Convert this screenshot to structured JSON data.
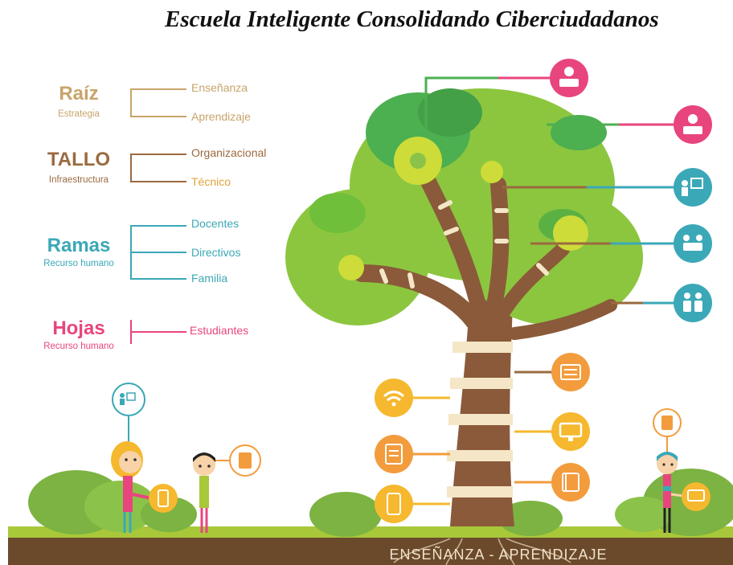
{
  "title": "Escuela Inteligente Consolidando Ciberciudadanos",
  "legend": [
    {
      "title": "Raíz",
      "subtitle": "Estrategia",
      "items": [
        "Enseñanza",
        "Aprendizaje"
      ]
    },
    {
      "title": "TALLO",
      "subtitle": "Infraestructura",
      "items": [
        "Organizacional",
        "Técnico"
      ]
    },
    {
      "title": "Ramas",
      "subtitle": "Recurso humano",
      "items": [
        "Docentes",
        "Directivos",
        "Familia"
      ]
    },
    {
      "title": "Hojas",
      "subtitle": "Recurso humano",
      "items": [
        "Estudiantes"
      ]
    }
  ],
  "ground_label": "ENSEÑANZA - APRENDIZAJE",
  "colors": {
    "raiz": "#c8a46a",
    "tallo": "#9b6a3f",
    "ramas": "#3ba8b8",
    "hojas": "#e8457e",
    "tallo_items": "#e0a33a",
    "leaf_green": "#8cc63f",
    "dark_green": "#4caf50",
    "trunk": "#8a5a3a",
    "ground": "#6b4a2c",
    "orange_icon": "#f39c3d",
    "yellow_icon": "#f5b82e"
  },
  "icons": {
    "branch_pink": [
      "teacher-icon",
      "desk-icon"
    ],
    "branch_teal": [
      "presentation-icon",
      "meeting-icon",
      "family-icon"
    ],
    "trunk": [
      "newspaper-icon",
      "wifi-icon",
      "monitor-icon",
      "document-icon",
      "book-icon",
      "mobile-icon"
    ],
    "people": [
      "presentation-icon",
      "book-icon",
      "document-icon",
      "mobile-icon",
      "monitor-icon"
    ]
  }
}
